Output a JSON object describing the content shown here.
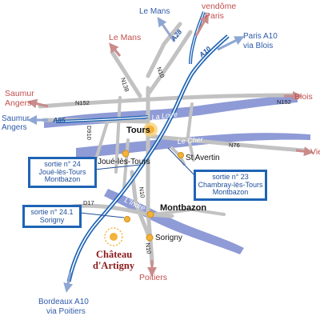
{
  "destinations": {
    "le_mans_top": "Le Mans",
    "vendome": "vendôme",
    "paris_top": "Paris",
    "le_mans_mid": "Le Mans",
    "paris_blois": [
      "Paris A10",
      "via Blois"
    ],
    "saumur_angers_1": [
      "Saumur",
      "Angers"
    ],
    "saumur_angers_2": [
      "Saumur",
      "Angers"
    ],
    "blois": "Blois",
    "vierzon": "Vierzon",
    "poitiers": "Poitiers",
    "bordeaux": [
      "Bordeaux A10",
      "via Poitiers"
    ]
  },
  "roads": {
    "a28": "A28",
    "a10": "A10",
    "a85": "A85",
    "n138": "N138",
    "n10_north": "N10",
    "n152_west": "N152",
    "n152_east": "N152",
    "n76": "N76",
    "n10_south_1": "N10",
    "n10_south_2": "N10",
    "d17": "D17",
    "d910": "D910"
  },
  "rivers": {
    "loire": "La Loire",
    "cher": "Le Cher",
    "indre": "L'Indre"
  },
  "towns": {
    "tours": "Tours",
    "joue": "Joué-lès-Tours",
    "st_avertin": "St Avertin",
    "montbazon": "Montbazon",
    "sorigny": "Sorigny"
  },
  "exits": {
    "exit_24": [
      "sortie n° 24",
      "Joué-lès-Tours",
      "Montbazon"
    ],
    "exit_23": [
      "sortie n° 23",
      "Chambray-lès-Tours",
      "Montbazon"
    ],
    "exit_24_1": [
      "sortie n° 24.1",
      "Sorigny"
    ]
  },
  "chateau": [
    "Château",
    "d'Artigny"
  ],
  "colors": {
    "river": "#8f9bd6",
    "road": "#c2c2c2",
    "motorway": "#1f64b5",
    "destination_red": "#c0504d",
    "destination_blue": "#2f5aa8",
    "town_marker": "#f3b23a",
    "chateau": "#8a1c1c"
  }
}
